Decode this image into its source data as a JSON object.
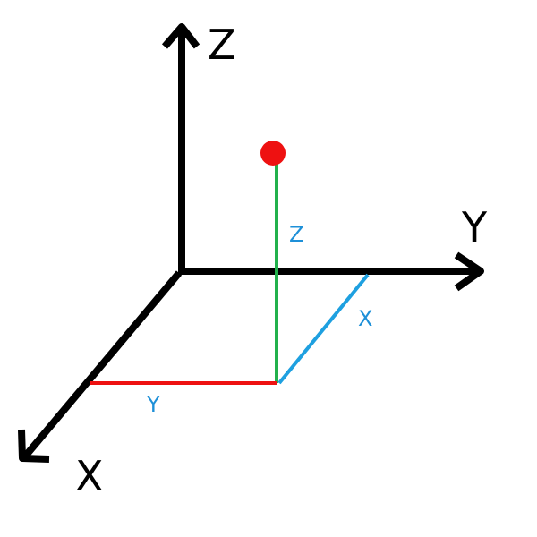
{
  "axes": {
    "x_label": "X",
    "y_label": "Y",
    "z_label": "Z"
  },
  "projections": {
    "x_label": "X",
    "y_label": "Y",
    "z_label": "Z"
  },
  "colors": {
    "axis": "#000000",
    "point": "#ee1111",
    "z_line": "#22b14c",
    "y_line": "#ee1111",
    "x_line": "#1ea0e0",
    "proj_text": "#1e90d8"
  }
}
